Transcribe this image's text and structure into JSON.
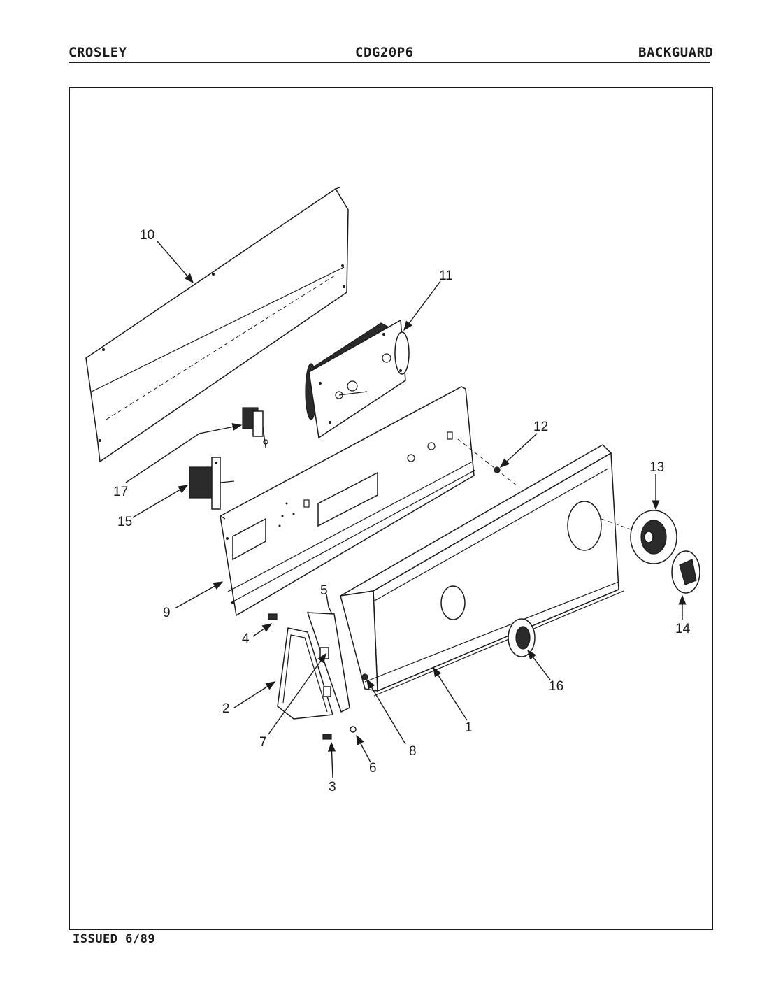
{
  "header": {
    "brand": "CROSLEY",
    "model": "CDG20P6",
    "section": "BACKGUARD"
  },
  "footer": {
    "issued": "ISSUED 6/89"
  },
  "callouts": [
    "1",
    "2",
    "3",
    "4",
    "5",
    "6",
    "7",
    "8",
    "9",
    "10",
    "11",
    "12",
    "13",
    "14",
    "15",
    "16",
    "17"
  ]
}
